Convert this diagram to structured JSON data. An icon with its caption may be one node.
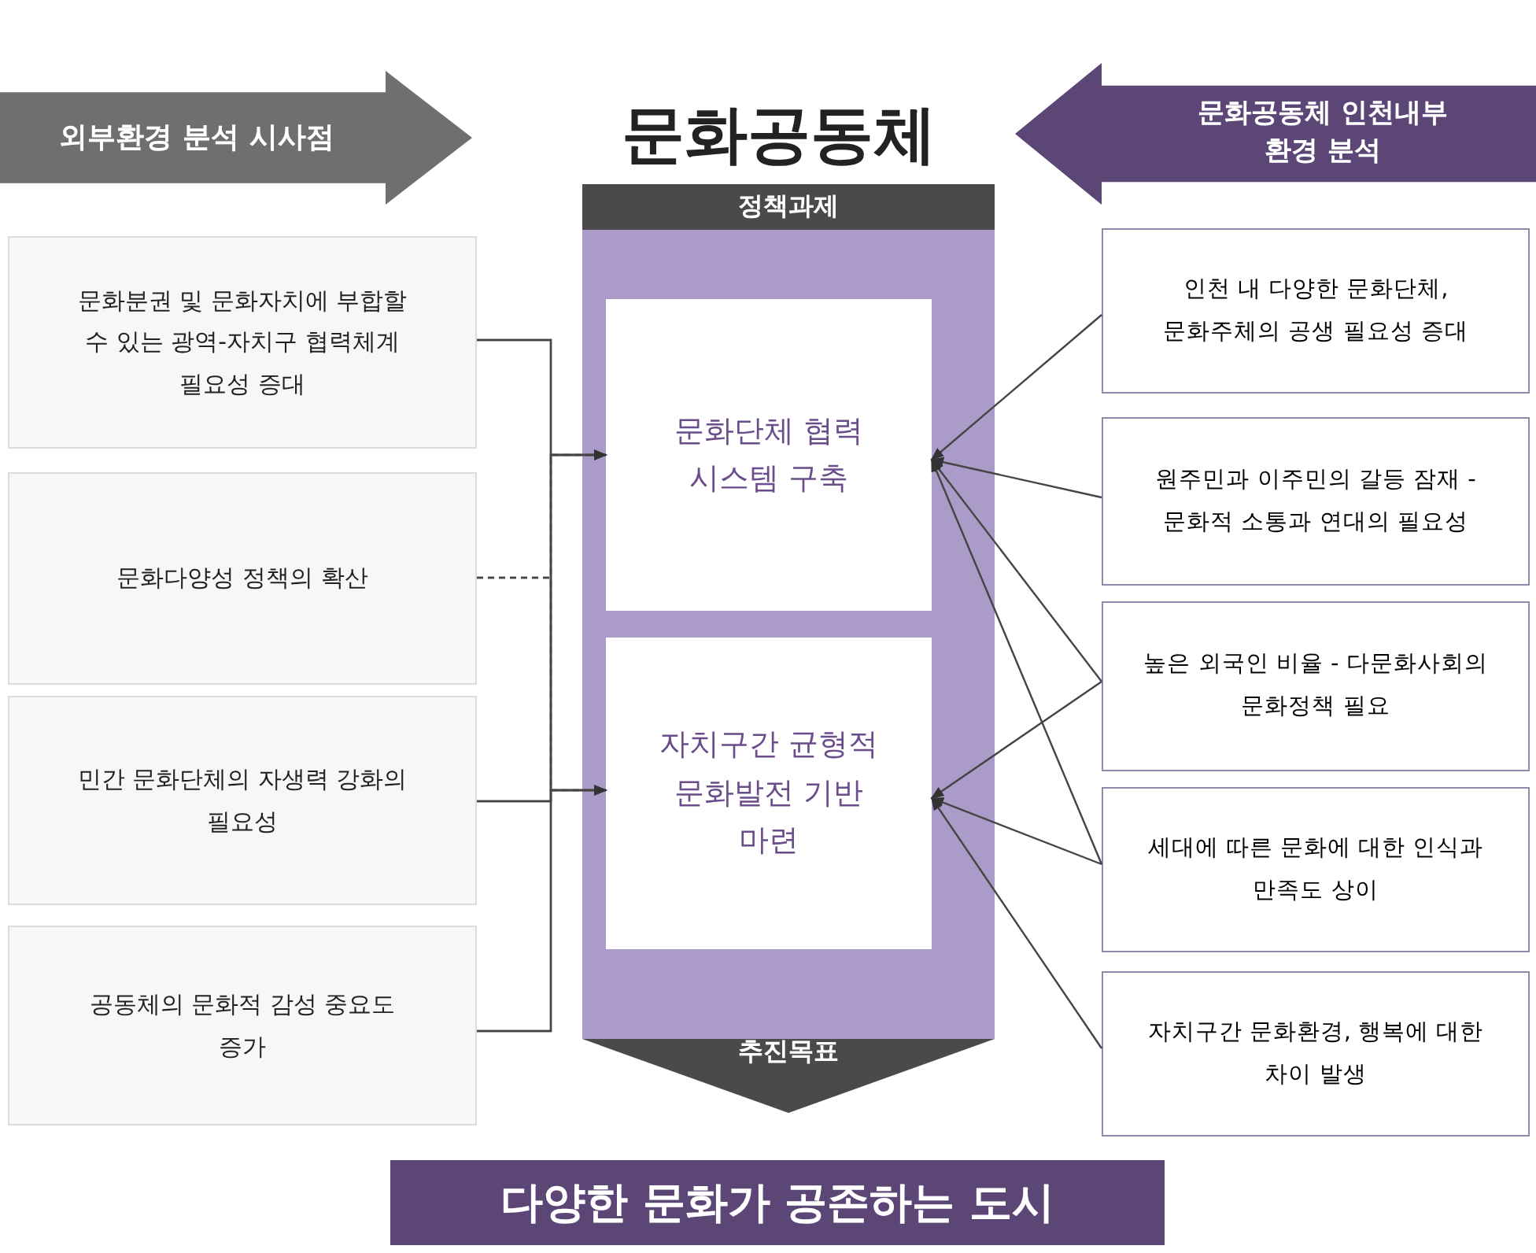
{
  "diagram": {
    "title": "문화공동체",
    "nodes": [
      {
        "text": [
          "외부환경 분석 시사점"
        ]
      },
      {
        "text": [
          "문화공동체 인천내부 환경 분석"
        ]
      },
      {
        "text": [
          "정책과제",
          "추진목표"
        ]
      },
      {
        "text": [
          "문화단체 협력 시스템 구축"
        ],
        "in": 2
      },
      {
        "text": [
          "자치구간 균형적 문화발전 기반 마련"
        ],
        "in": 2
      },
      {
        "text": [
          "다양한 문화가 공존하는 도시"
        ]
      },
      {
        "text": [
          "문화분권 및 문화자치에 부합할 수 있는 광역-자치구 협력체계 필요성 증대"
        ]
      },
      {
        "text": [
          "문화다양성 정책의 확산"
        ]
      },
      {
        "text": [
          "민간 문화단체의 자생력 강화의 필요성"
        ]
      },
      {
        "text": [
          "공동체의 문화적 감성 중요도 증가"
        ]
      },
      {
        "text": [
          "인천 내 다양한 문화단체, 문화주체의 공생 필요성 증대"
        ]
      },
      {
        "text": [
          "원주민과 이주민의 갈등 잠재 - 문화적 소통과 연대의 필요성"
        ]
      },
      {
        "text": [
          "높은 외국인 비율 - 다문화사회의 문화정책 필요"
        ]
      },
      {
        "text": [
          "세대에 따른 문화에 대한 인식과 만족도 상이"
        ]
      },
      {
        "text": [
          "자치구간 문화환경, 행복에 대한 차이 발생"
        ]
      }
    ],
    "edges": [
      {
        "from": 6,
        "to": 3,
        "arrow": "to"
      },
      {
        "from": 6,
        "to": 4,
        "arrow": "to"
      },
      {
        "from": 7,
        "to": 3,
        "arrow": "to",
        "style": "dashed"
      },
      {
        "from": 7,
        "to": 4,
        "arrow": "to",
        "style": "dashed"
      },
      {
        "from": 8,
        "to": 3,
        "arrow": "to"
      },
      {
        "from": 8,
        "to": 4,
        "arrow": "to"
      },
      {
        "from": 9,
        "to": 3,
        "arrow": "to"
      },
      {
        "from": 9,
        "to": 4,
        "arrow": "to"
      },
      {
        "from": 10,
        "to": 3,
        "arrow": "to"
      },
      {
        "from": 11,
        "to": 3,
        "arrow": "to"
      },
      {
        "from": 12,
        "to": 3,
        "arrow": "to"
      },
      {
        "from": 13,
        "to": 3,
        "arrow": "to"
      },
      {
        "from": 12,
        "to": 4,
        "arrow": "to"
      },
      {
        "from": 13,
        "to": 4,
        "arrow": "to"
      },
      {
        "from": 14,
        "to": 4,
        "arrow": "to"
      }
    ]
  }
}
